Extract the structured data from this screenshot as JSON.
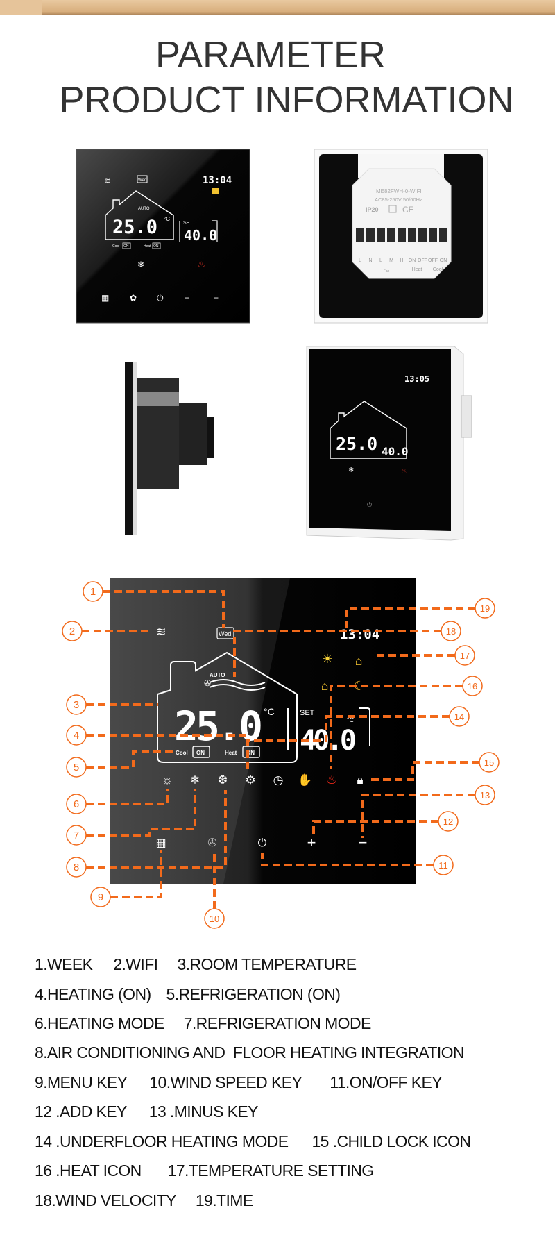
{
  "header": {
    "line1": "PARAMETER",
    "line2": "PRODUCT INFORMATION"
  },
  "front_view": {
    "time": "13:04",
    "day": "Wed",
    "mode": "AUTO",
    "room_temp": "25.0",
    "unit": "°C",
    "set_label": "SET",
    "set_temp": "40.0",
    "cool_label": "Cool",
    "cool_state": "ON",
    "heat_label": "Heat",
    "heat_state": "ON"
  },
  "back_view": {
    "model": "ME82FWH-0-WIFI",
    "rating": "AC85-250V 50/60Hz",
    "ip": "IP20",
    "ce": "CE",
    "terminals": [
      "L",
      "N",
      "L",
      "M",
      "H",
      "ON",
      "OFF",
      "OFF",
      "ON"
    ],
    "fan_label": "Fan",
    "heat_label": "Heat",
    "cool_label": "Cool"
  },
  "angled_view": {
    "time": "13:05",
    "room_temp": "25.0",
    "set_temp": "40.0"
  },
  "diagram": {
    "time": "13:04",
    "day": "Wed",
    "mode": "AUTO",
    "room_temp": "25.0",
    "unit": "°C",
    "set_label": "SET",
    "set_temp": "40.0",
    "cool_label": "Cool",
    "cool_state": "ON",
    "heat_label": "Heat",
    "heat_state": "ON",
    "callouts": [
      "1",
      "2",
      "3",
      "4",
      "5",
      "6",
      "7",
      "8",
      "9",
      "10",
      "11",
      "12",
      "13",
      "14",
      "15",
      "16",
      "17",
      "18",
      "19"
    ],
    "accent_color": "#f26a1b"
  },
  "legend": {
    "lines": [
      [
        "1.WEEK",
        "2.WIFI",
        "3.ROOM TEMPERATURE"
      ],
      [
        "4.HEATING (ON)",
        "5.REFRIGERATION (ON)"
      ],
      [
        "6.HEATING MODE",
        "7.REFRIGERATION MODE"
      ],
      [
        "8.AIR CONDITIONING AND  FLOOR HEATING INTEGRATION"
      ],
      [
        "9.MENU KEY",
        "10.WIND SPEED KEY",
        "11.ON/OFF KEY"
      ],
      [
        "12 .ADD KEY",
        "13 .MINUS KEY"
      ],
      [
        "14 .UNDERFLOOR HEATING MODE",
        "15 .CHILD LOCK ICON"
      ],
      [
        "16 .HEAT ICON",
        "17.TEMPERATURE SETTING"
      ],
      [
        "18.WIND VELOCITY",
        "19.TIME"
      ]
    ]
  }
}
